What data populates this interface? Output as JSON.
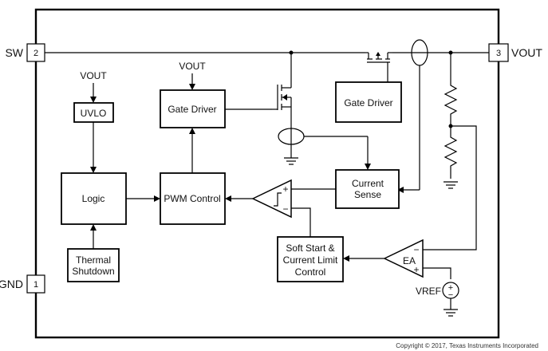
{
  "pins": {
    "sw": {
      "label": "SW",
      "number": "2"
    },
    "vout": {
      "label": "VOUT",
      "number": "3"
    },
    "gnd": {
      "label": "GND",
      "number": "1"
    }
  },
  "blocks": {
    "uvlo": "UVLO",
    "logic": "Logic",
    "thermal_line1": "Thermal",
    "thermal_line2": "Shutdown",
    "gate_driver_low": "Gate Driver",
    "gate_driver_high": "Gate Driver",
    "pwm_control": "PWM Control",
    "current_sense_line1": "Current",
    "current_sense_line2": "Sense",
    "soft_start_line1": "Soft Start &",
    "soft_start_line2": "Current Limit",
    "soft_start_line3": "Control"
  },
  "labels": {
    "vout_uvlo": "VOUT",
    "vout_gate": "VOUT",
    "ea": "EA",
    "vref": "VREF",
    "plus": "+",
    "minus": "−"
  },
  "copyright": "Copyright © 2017, Texas Instruments Incorporated"
}
